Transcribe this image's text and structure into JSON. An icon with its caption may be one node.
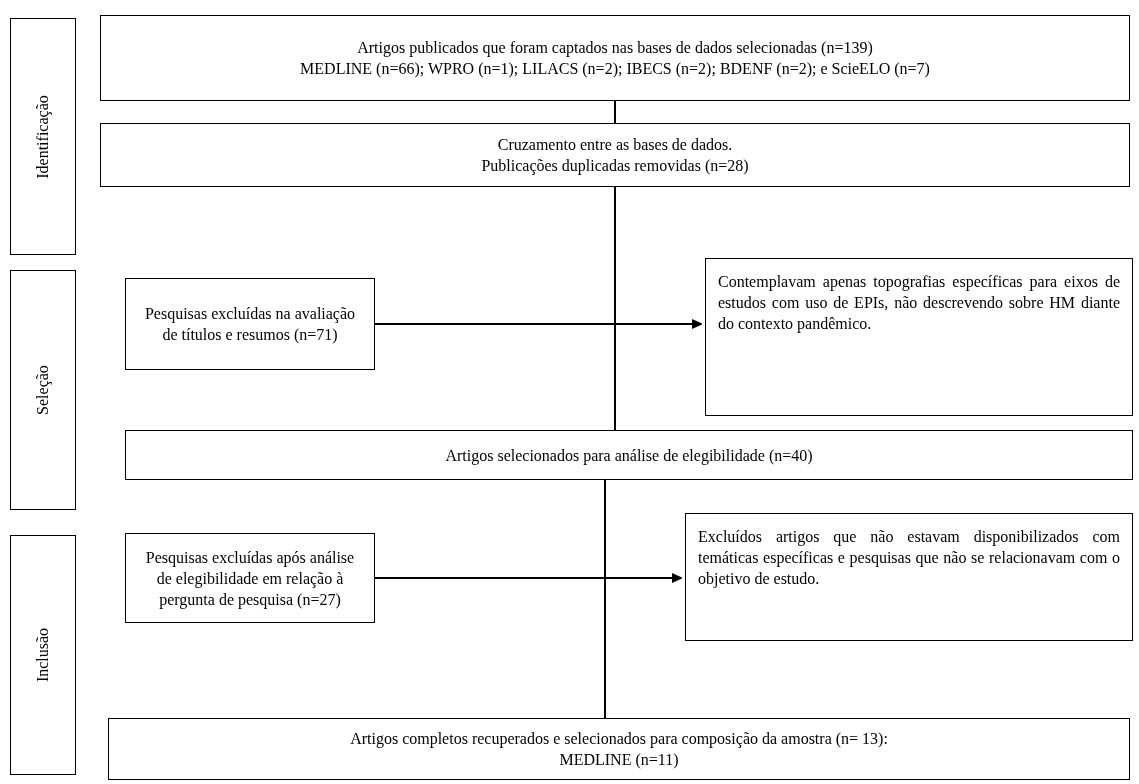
{
  "diagram": {
    "nodes": [
      {
        "text": [
          "Identificação"
        ]
      },
      {
        "text": [
          "Seleção"
        ]
      },
      {
        "text": [
          "Inclusão"
        ]
      },
      {
        "text": [
          "Artigos publicados que foram captados nas bases de dados selecionadas (n=139)",
          "MEDLINE (n=66); WPRO (n=1); LILACS (n=2); IBECS (n=2); BDENF (n=2); e ScieELO (n=7)"
        ]
      },
      {
        "text": [
          "Cruzamento entre as bases de dados.",
          "Publicações duplicadas removidas (n=28)"
        ]
      },
      {
        "text": [
          "Pesquisas excluídas na avaliação de títulos e resumos (n=71)"
        ]
      },
      {
        "text": [
          "Contemplavam apenas topografias específicas para eixos de estudos com uso de EPIs, não descrevendo sobre HM diante do contexto pandêmico."
        ]
      },
      {
        "text": [
          "Artigos selecionados para análise de elegibilidade (n=40)"
        ]
      },
      {
        "text": [
          "Pesquisas excluídas após análise de elegibilidade em relação à pergunta de pesquisa (n=27)"
        ]
      },
      {
        "text": [
          "Excluídos artigos que não estavam disponibilizados com temáticas específicas e pesquisas que não se relacionavam com o objetivo de estudo."
        ]
      },
      {
        "text": [
          "Artigos completos recuperados e selecionados para composição da amostra (n= 13):",
          "MEDLINE (n=11)"
        ]
      }
    ],
    "edges": [
      {
        "from": 3,
        "to": 4,
        "arrow": "none"
      },
      {
        "from": 4,
        "to": 7,
        "arrow": "none"
      },
      {
        "from": 5,
        "to": 6,
        "arrow": "to"
      },
      {
        "from": 7,
        "to": 10,
        "arrow": "none"
      },
      {
        "from": 8,
        "to": 9,
        "arrow": "to"
      }
    ]
  }
}
